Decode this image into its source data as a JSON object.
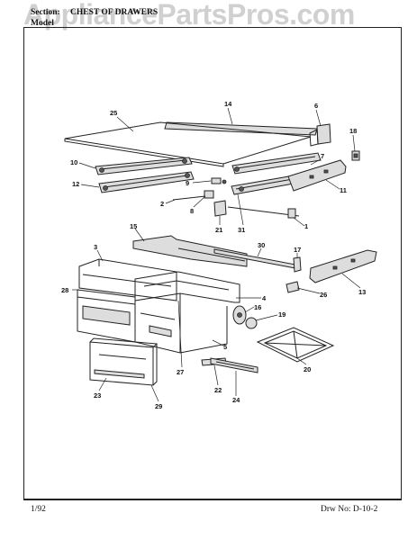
{
  "header": {
    "section_label": "Section:",
    "section_title": "CHEST OF DRAWERS",
    "model_label": "Model"
  },
  "watermark": "AppliancePartsPros.com",
  "footer": {
    "date": "1/92",
    "drawing_number": "Drw No: D-10-2"
  },
  "callouts": [
    "1",
    "2",
    "3",
    "4",
    "5",
    "6",
    "7",
    "8",
    "9",
    "10",
    "11",
    "12",
    "13",
    "14",
    "15",
    "16",
    "17",
    "18",
    "19",
    "20",
    "21",
    "22",
    "23",
    "24",
    "25",
    "26",
    "27",
    "28",
    "29",
    "30",
    "31"
  ]
}
